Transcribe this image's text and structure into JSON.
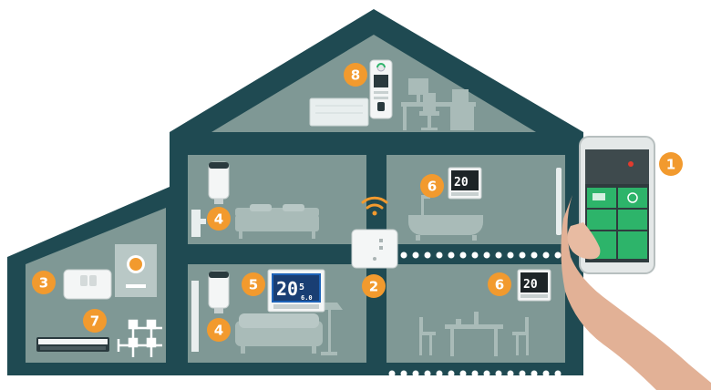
{
  "colors": {
    "house_dark": "#1f4a52",
    "room_fill": "#7f9895",
    "accent_orange": "#f29a2e",
    "furniture": "#a9bbb8",
    "device_white": "#f4f6f6",
    "screen_blue": "#1e63b8",
    "phone_green": "#2db46a"
  },
  "badges": [
    {
      "id": "smartphone-app",
      "label": "1"
    },
    {
      "id": "gateway",
      "label": "2"
    },
    {
      "id": "boiler-receiver",
      "label": "3"
    },
    {
      "id": "trv-bedroom",
      "label": "4"
    },
    {
      "id": "trv-living",
      "label": "4"
    },
    {
      "id": "thermostat-living",
      "label": "5"
    },
    {
      "id": "thermostat-bath",
      "label": "6"
    },
    {
      "id": "thermostat-dining",
      "label": "6"
    },
    {
      "id": "floor-manifold",
      "label": "7"
    },
    {
      "id": "electric-heater-control",
      "label": "8"
    }
  ],
  "thermostat_readouts": {
    "living_big": "20",
    "living_small": "5",
    "living_sub": "6.0",
    "bath_big": "20",
    "dining_big": "20"
  },
  "icons": {
    "wifi": "wifi-icon",
    "gateway": "gateway-hub-icon",
    "phone": "smartphone-icon"
  }
}
